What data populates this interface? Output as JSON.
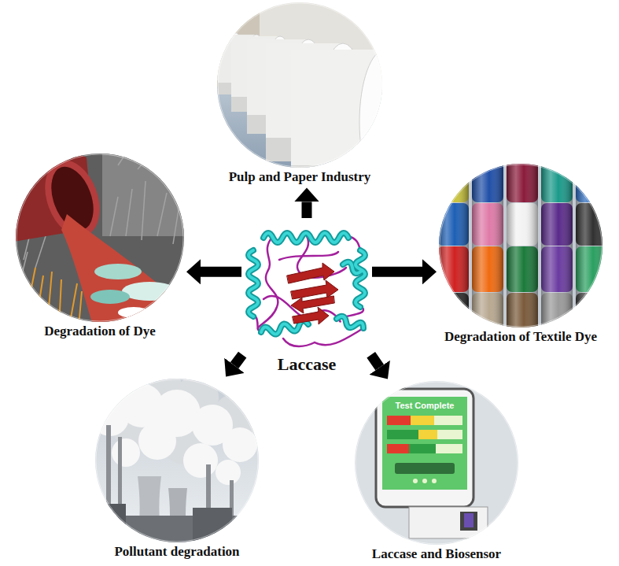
{
  "diagram": {
    "nodes": [
      {
        "text": [
          "Pulp and Paper Industry"
        ]
      },
      {
        "text": [
          "Degradation of Dye"
        ]
      },
      {
        "text": [
          "Degradation of Textile Dye"
        ]
      },
      {
        "text": [
          "Laccase"
        ]
      },
      {
        "text": [
          "Pollutant degradation"
        ]
      },
      {
        "text": [
          "Laccase and Biosensor"
        ]
      }
    ],
    "edges": [
      {
        "from": 3,
        "to": 0,
        "arrow": "to"
      },
      {
        "from": 3,
        "to": 1,
        "arrow": "to"
      },
      {
        "from": 3,
        "to": 2,
        "arrow": "to"
      },
      {
        "from": 3,
        "to": 4,
        "arrow": "to"
      },
      {
        "from": 3,
        "to": 5,
        "arrow": "to"
      }
    ],
    "labels": [
      "Test Complete"
    ]
  }
}
